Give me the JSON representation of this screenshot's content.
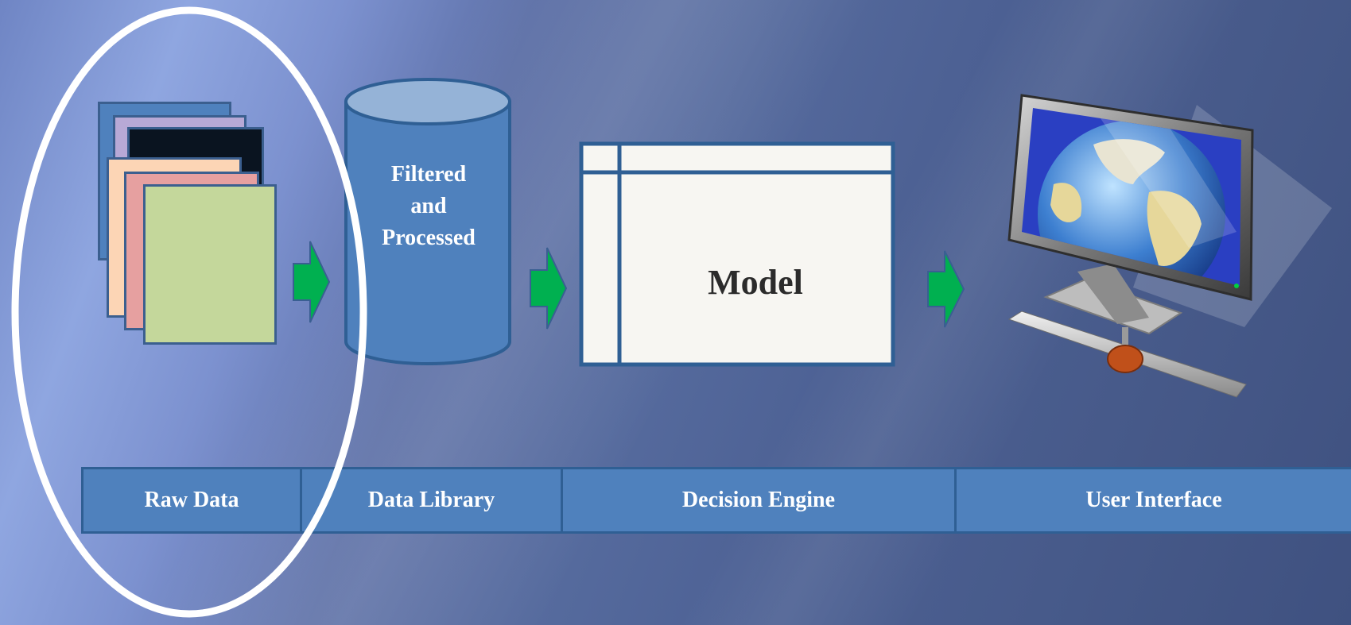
{
  "diagram": {
    "cylinder_label": {
      "line1": "Filtered",
      "line2": "and",
      "line3": "Processed"
    },
    "model_label": "Model",
    "stages": [
      {
        "label": "Raw Data"
      },
      {
        "label": "Data Library"
      },
      {
        "label": "Decision Engine"
      },
      {
        "label": "User Interface"
      }
    ]
  },
  "colors": {
    "stage_fill": "#4f81bd",
    "stage_border": "#2f5f94",
    "arrow": "#00b050",
    "highlight_ellipse": "#ffffff"
  },
  "icons": [
    "document-stack-icon",
    "database-cylinder-icon",
    "model-table-icon",
    "computer-monitor-globe-icon",
    "arrow-right-icon"
  ]
}
